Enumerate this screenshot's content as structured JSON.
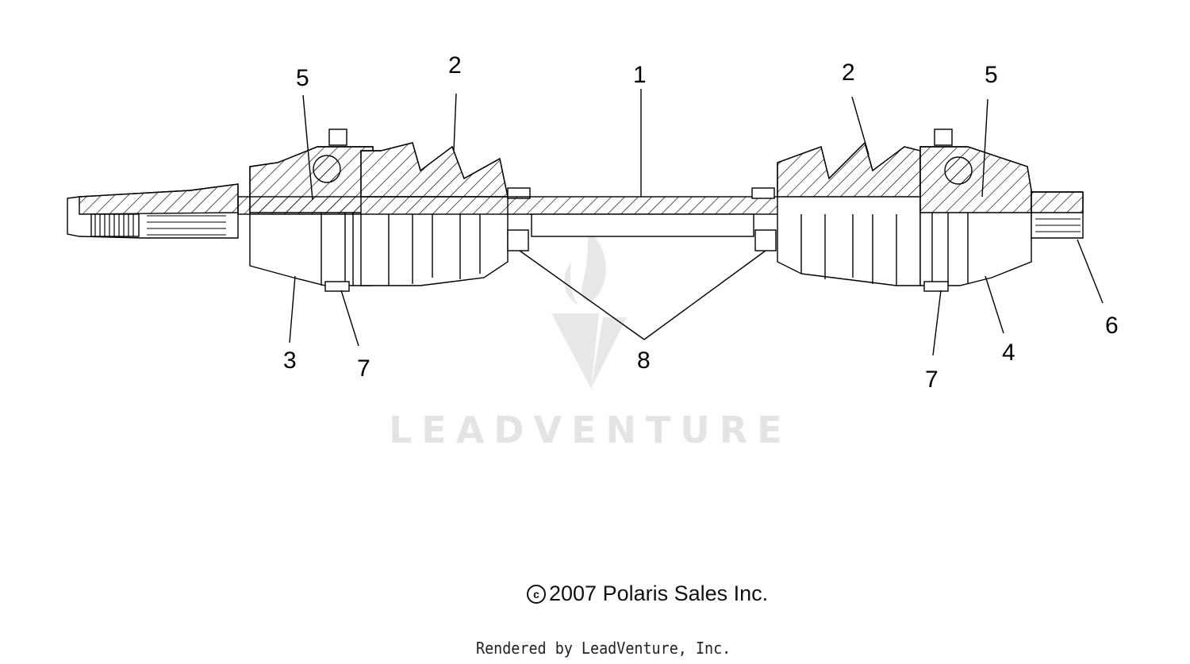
{
  "diagram": {
    "callouts": [
      {
        "id": "c1",
        "label": "1"
      },
      {
        "id": "c2a",
        "label": "2"
      },
      {
        "id": "c2b",
        "label": "2"
      },
      {
        "id": "c3",
        "label": "3"
      },
      {
        "id": "c4",
        "label": "4"
      },
      {
        "id": "c5a",
        "label": "5"
      },
      {
        "id": "c5b",
        "label": "5"
      },
      {
        "id": "c6",
        "label": "6"
      },
      {
        "id": "c7a",
        "label": "7"
      },
      {
        "id": "c7b",
        "label": "7"
      },
      {
        "id": "c8",
        "label": "8"
      }
    ]
  },
  "watermark": {
    "text": "LEADVENTURE"
  },
  "footer": {
    "copyright_symbol": "c",
    "copyright_text": "2007 Polaris Sales Inc.",
    "rendered_by": "Rendered by LeadVenture, Inc."
  }
}
